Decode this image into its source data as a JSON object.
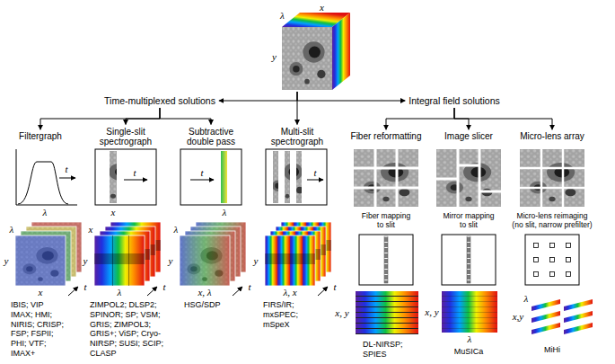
{
  "diagram": {
    "nodes": [
      {
        "text": [
          "λ",
          "x",
          "y"
        ]
      },
      {
        "text": [
          "Time-multiplexed solutions"
        ]
      },
      {
        "text": [
          "Integral field solutions"
        ]
      },
      {
        "text": [
          "Filtergraph"
        ]
      },
      {
        "text": [
          "Single-slit spectrograph"
        ]
      },
      {
        "text": [
          "Subtractive double pass"
        ]
      },
      {
        "text": [
          "Multi-slit spectrograph"
        ]
      },
      {
        "text": [
          "Fiber reformatting"
        ]
      },
      {
        "text": [
          "Image slicer"
        ]
      },
      {
        "text": [
          "Micro-lens array"
        ]
      }
    ],
    "edges": [
      {
        "from": 0,
        "to": 1,
        "arrow": "to"
      },
      {
        "from": 0,
        "to": 6,
        "arrow": "to"
      },
      {
        "from": 0,
        "to": 2,
        "arrow": "to"
      },
      {
        "from": 1,
        "to": 3,
        "arrow": "to"
      },
      {
        "from": 1,
        "to": 4,
        "arrow": "to"
      },
      {
        "from": 1,
        "to": 5,
        "arrow": "to"
      },
      {
        "from": 2,
        "to": 7,
        "arrow": "to"
      },
      {
        "from": 2,
        "to": 8,
        "arrow": "to"
      },
      {
        "from": 2,
        "to": 9,
        "arrow": "to"
      }
    ],
    "labels": [
      "λ",
      "t",
      "λ",
      "y",
      "x",
      "t",
      "IBIS; VIP IMAX; HMI; NIRIS; CRISP; FSP; FSPII; PHI; VTF; IMAX+",
      "t",
      "x",
      "x",
      "y",
      "λ",
      "t",
      "ZIMPOL2; DLSP2; SPINOR; SP; VSM; GRIS; ZIMPOL3; GRIS+; ViSP; Cryo- NIRSP; SUSI; SCIP; CLASP",
      "t",
      "λ",
      "λ",
      "y",
      "x, λ",
      "t",
      "HSG/SDP",
      "t",
      "y",
      "λ, x",
      "t",
      "FIRS/IR; mxSPEC; mSpeX",
      "Fiber mapping to slit",
      "x, y",
      "DL-NIRSP; SPIES",
      "Mirror mapping to slit",
      "x, y",
      "λ",
      "MuSICa",
      "Micro-lens reimaging (no slit, narrow prefilter)",
      "λ",
      "x,y",
      "MiHi"
    ]
  }
}
